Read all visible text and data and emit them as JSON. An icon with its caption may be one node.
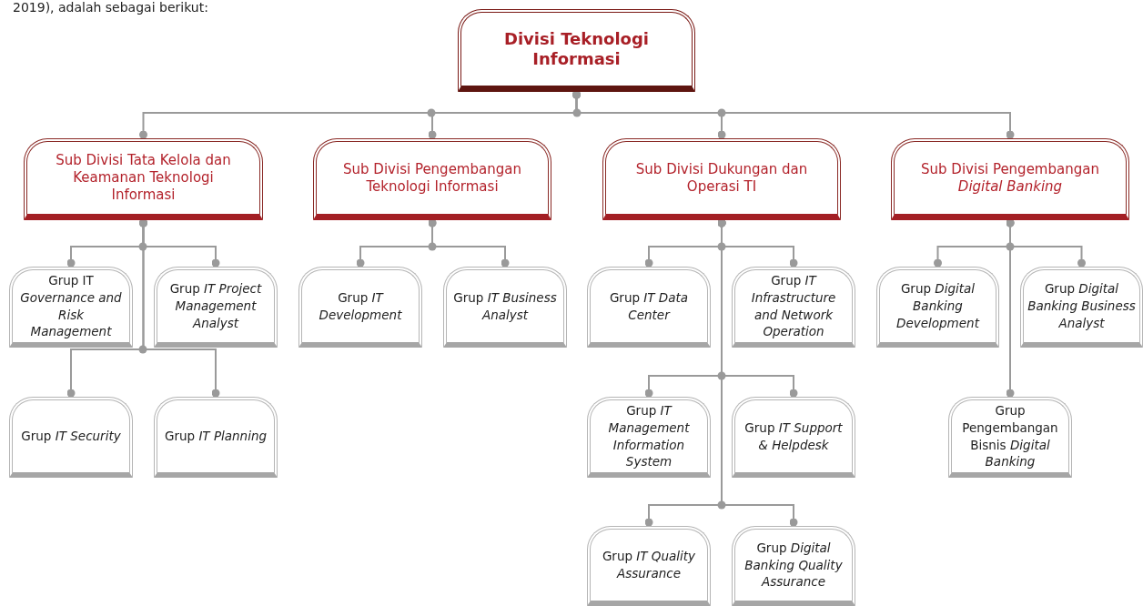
{
  "diagram": {
    "nodes": [
      {
        "text": [
          "Divisi Teknologi Informasi"
        ]
      },
      {
        "text": [
          "Sub Divisi Tata Kelola dan Keamanan Teknologi Informasi"
        ]
      },
      {
        "text": [
          "Sub Divisi Pengembangan Teknologi Informasi"
        ]
      },
      {
        "text": [
          "Sub Divisi Dukungan dan Operasi TI"
        ]
      },
      {
        "text": [
          "Sub Divisi Pengembangan *Digital Banking*"
        ]
      },
      {
        "text": [
          "Grup IT *Governance and Risk Management*"
        ]
      },
      {
        "text": [
          "Grup *IT Project Management Analyst*"
        ]
      },
      {
        "text": [
          "Grup *IT Security*"
        ]
      },
      {
        "text": [
          "Grup *IT Planning*"
        ]
      },
      {
        "text": [
          "Grup *IT Development*"
        ]
      },
      {
        "text": [
          "Grup *IT Business Analyst*"
        ]
      },
      {
        "text": [
          "Grup *IT Data Center*"
        ]
      },
      {
        "text": [
          "Grup *IT Infrastructure and Network Operation*"
        ]
      },
      {
        "text": [
          "Grup *IT Management Information System*"
        ]
      },
      {
        "text": [
          "Grup *IT Support & Helpdesk*"
        ]
      },
      {
        "text": [
          "Grup *IT Quality Assurance*"
        ]
      },
      {
        "text": [
          "Grup *Digital Banking Quality Assurance*"
        ]
      },
      {
        "text": [
          "Grup *Digital Banking Development*"
        ]
      },
      {
        "text": [
          "Grup *Digital Banking Business Analyst*"
        ]
      },
      {
        "text": [
          "Grup Pengembangan Bisnis *Digital Banking*"
        ]
      }
    ],
    "edges": [
      {
        "from": 0,
        "to": 1,
        "arrow": "other"
      },
      {
        "from": 0,
        "to": 2,
        "arrow": "other"
      },
      {
        "from": 0,
        "to": 3,
        "arrow": "other"
      },
      {
        "from": 0,
        "to": 4,
        "arrow": "other"
      },
      {
        "from": 1,
        "to": 5,
        "arrow": "other"
      },
      {
        "from": 1,
        "to": 6,
        "arrow": "other"
      },
      {
        "from": 1,
        "to": 7,
        "arrow": "other"
      },
      {
        "from": 1,
        "to": 8,
        "arrow": "other"
      },
      {
        "from": 2,
        "to": 9,
        "arrow": "other"
      },
      {
        "from": 2,
        "to": 10,
        "arrow": "other"
      },
      {
        "from": 3,
        "to": 11,
        "arrow": "other"
      },
      {
        "from": 3,
        "to": 12,
        "arrow": "other"
      },
      {
        "from": 3,
        "to": 13,
        "arrow": "other"
      },
      {
        "from": 3,
        "to": 14,
        "arrow": "other"
      },
      {
        "from": 3,
        "to": 15,
        "arrow": "other"
      },
      {
        "from": 3,
        "to": 16,
        "arrow": "other"
      },
      {
        "from": 4,
        "to": 17,
        "arrow": "other"
      },
      {
        "from": 4,
        "to": 18,
        "arrow": "other"
      },
      {
        "from": 4,
        "to": 19,
        "arrow": "other"
      }
    ],
    "labels": [
      "2019), adalah sebagai berikut:"
    ]
  }
}
